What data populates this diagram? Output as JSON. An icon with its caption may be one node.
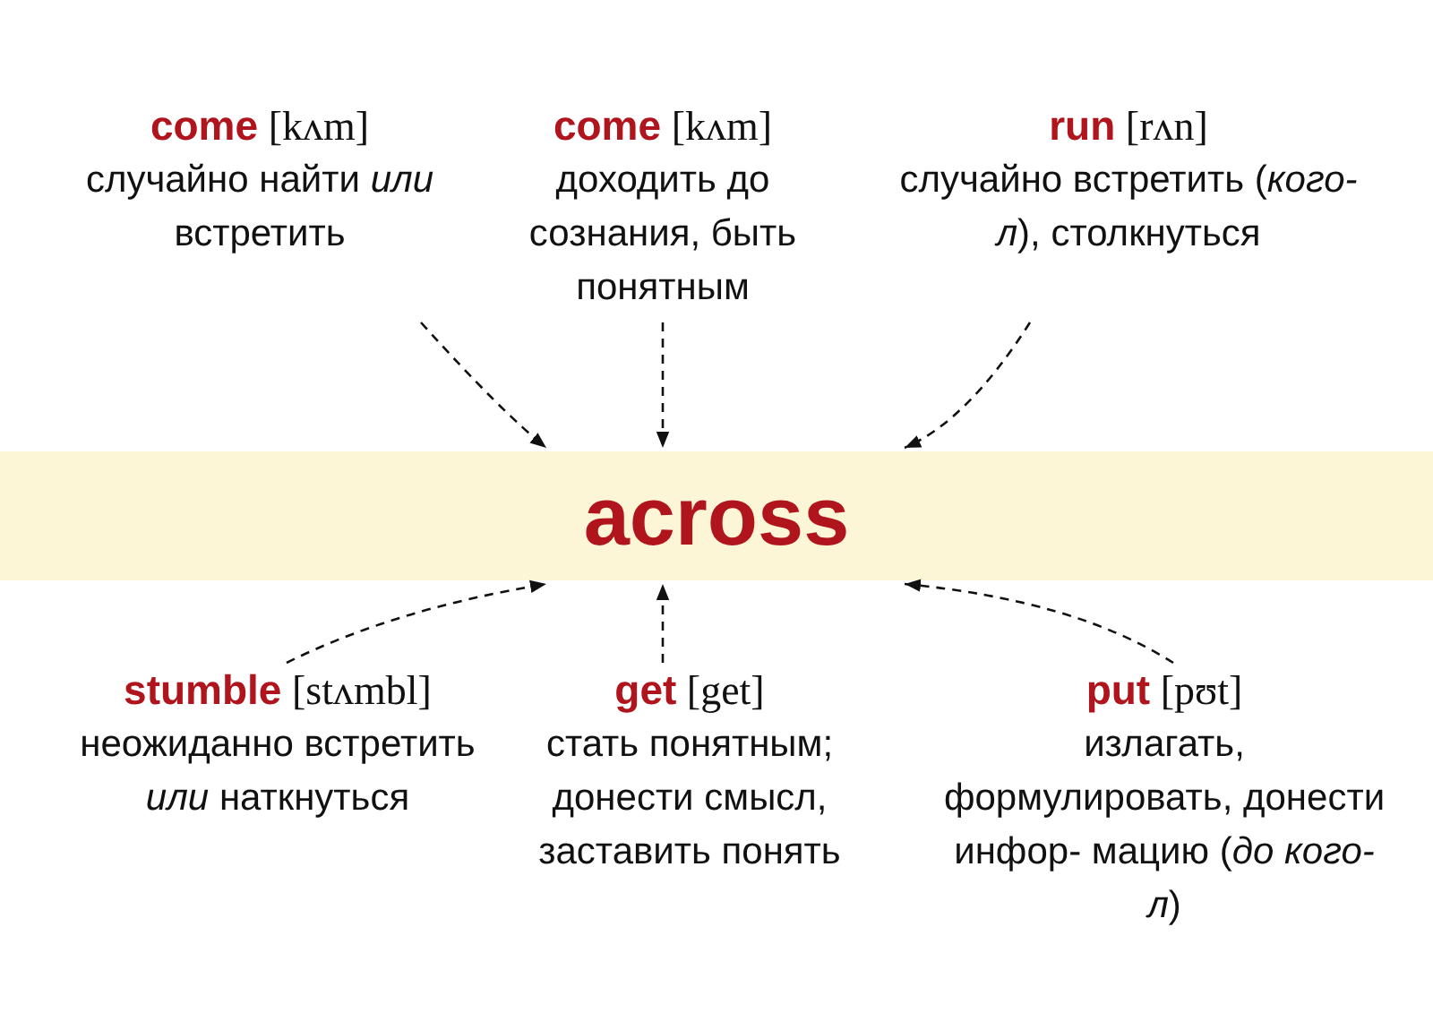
{
  "diagram": {
    "nodes": [
      {
        "text": [
          "**come** [kʌm]",
          "случайно найти *или* встретить"
        ]
      },
      {
        "text": [
          "**come** [kʌm]",
          "доходить до сознания, быть понятным"
        ]
      },
      {
        "text": [
          "**run** [rʌn]",
          "случайно встретить (*кого-л*), столкнуться"
        ]
      },
      {
        "text": [
          "across"
        ]
      },
      {
        "text": [
          "**stumble** [stʌmbl]",
          "неожиданно встретить *или* наткнуться"
        ]
      },
      {
        "text": [
          "**get** [get]",
          "стать понятным; донести смысл, заставить понять"
        ]
      },
      {
        "text": [
          "**put** [pʊt]",
          "излагать, формулировать, донести инфор- мацию (*до кого-л*)"
        ]
      }
    ],
    "edges": [
      {
        "from": 0,
        "to": 3,
        "arrow": "to",
        "style": "dashed"
      },
      {
        "from": 1,
        "to": 3,
        "arrow": "to",
        "style": "dashed"
      },
      {
        "from": 2,
        "to": 3,
        "arrow": "to",
        "style": "dashed"
      },
      {
        "from": 4,
        "to": 3,
        "arrow": "to",
        "style": "dashed"
      },
      {
        "from": 5,
        "to": 3,
        "arrow": "to",
        "style": "dashed"
      },
      {
        "from": 6,
        "to": 3,
        "arrow": "to",
        "style": "dashed"
      }
    ]
  }
}
